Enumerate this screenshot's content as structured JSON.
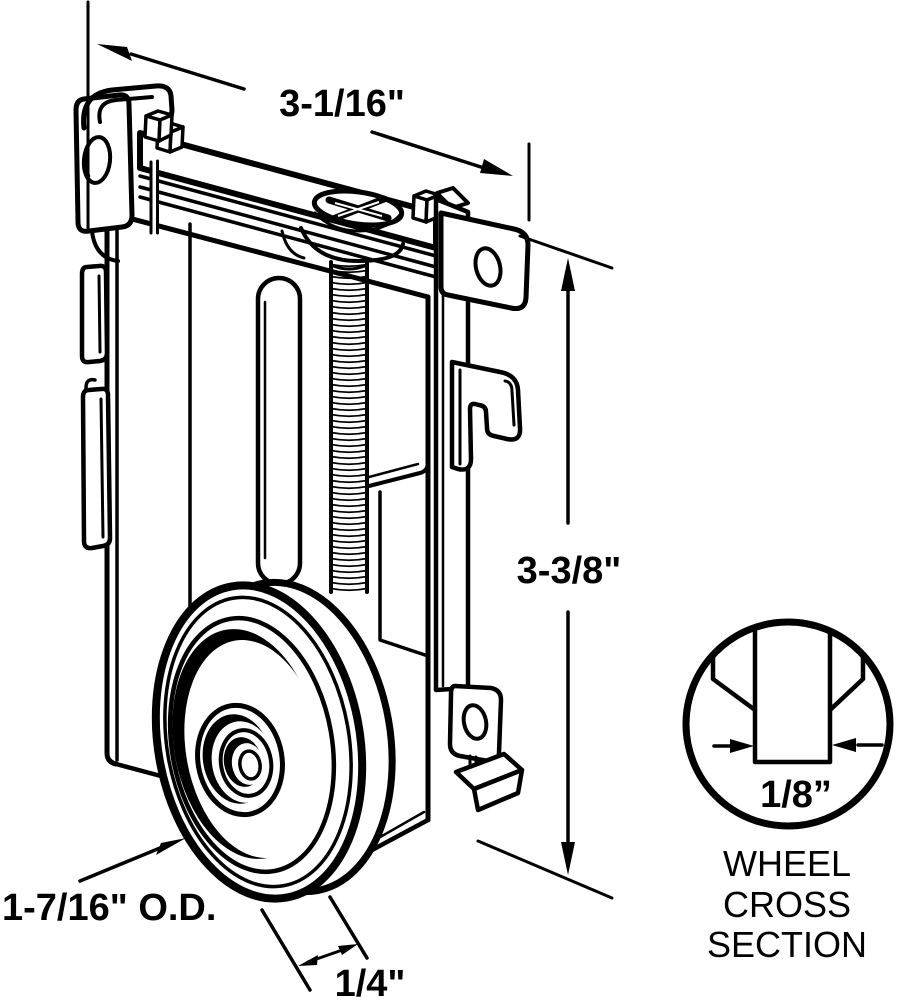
{
  "page": {
    "background": "#ffffff",
    "line_color": "#000000",
    "description": "technical line diagram of sliding door roller assembly"
  },
  "dimensions": {
    "width_top": "3-1/16\"",
    "height_right": "3-3/8\"",
    "wheel_od": "1-7/16\" O.D.",
    "wheel_thickness": "1/4\"",
    "groove_width": "1/8”"
  },
  "cross_section": {
    "caption_line1": "WHEEL",
    "caption_line2": "CROSS",
    "caption_line3": "SECTION"
  }
}
